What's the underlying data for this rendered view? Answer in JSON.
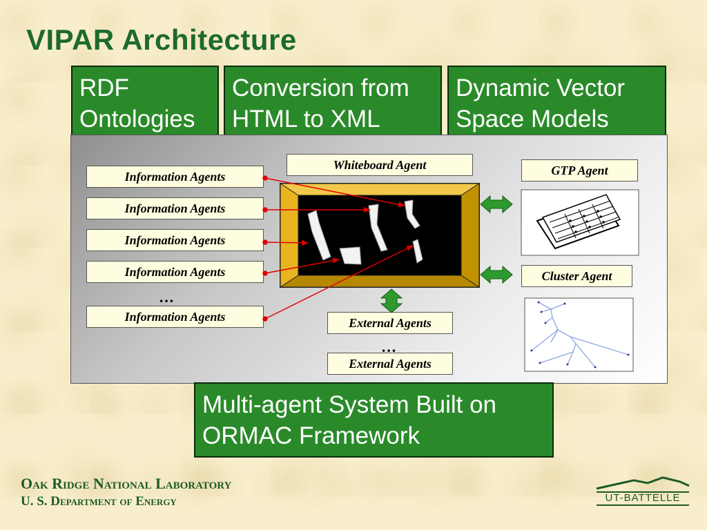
{
  "slide": {
    "title": "VIPAR Architecture"
  },
  "top_boxes": [
    {
      "line1": "RDF",
      "line2": "Ontologies"
    },
    {
      "line1": "Conversion from",
      "line2": "HTML to XML"
    },
    {
      "line1": "Dynamic Vector",
      "line2": "Space Models"
    }
  ],
  "diagram": {
    "information_agents": [
      "Information Agents",
      "Information Agents",
      "Information Agents",
      "Information Agents",
      "Information Agents"
    ],
    "info_ellipsis": "…",
    "whiteboard_label": "Whiteboard Agent",
    "gtp_label": "GTP Agent",
    "cluster_label": "Cluster Agent",
    "external_agents": [
      "External Agents",
      "External Agents"
    ],
    "external_ellipsis": "…",
    "colors": {
      "green": "#2a8a2a",
      "frame_gold": "#d9a400",
      "arrow_red": "#e00000",
      "arrow_green": "#2e9a2e"
    }
  },
  "bottom_box": {
    "line1": "Multi-agent System Built on",
    "line2": "ORMAC Framework"
  },
  "footer": {
    "org_line1": "Oak Ridge National Laboratory",
    "org_line2": "U. S. Department of Energy",
    "logo_text": "UT-BATTELLE"
  }
}
